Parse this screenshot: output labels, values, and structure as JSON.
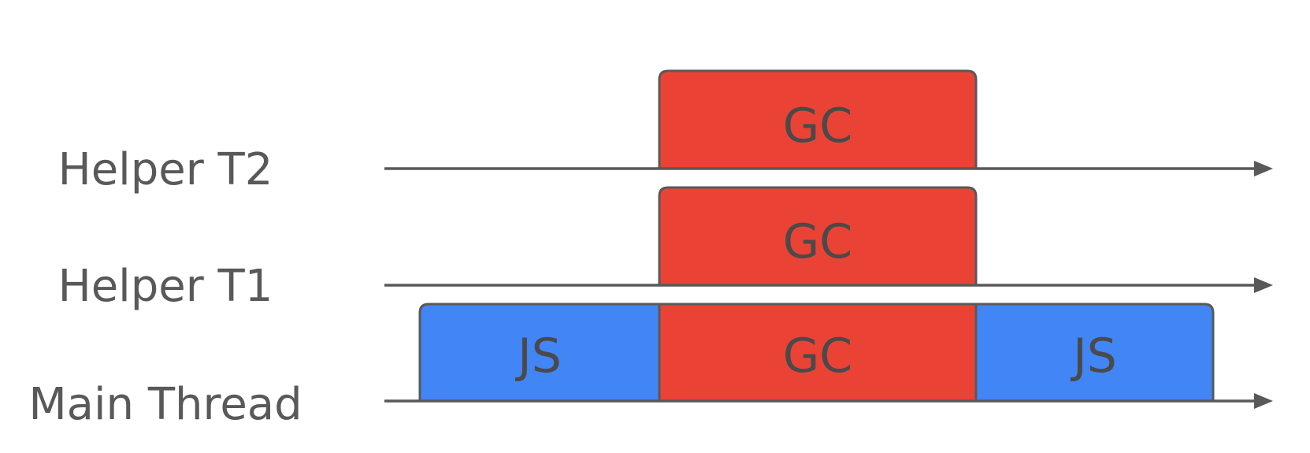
{
  "colors": {
    "gc": "#ea4335",
    "js": "#4285f4",
    "stroke": "#595959",
    "text": "#595959"
  },
  "lanes": [
    {
      "label": "Helper T2",
      "blocks": [
        {
          "label": "GC",
          "kind": "gc"
        }
      ]
    },
    {
      "label": "Helper T1",
      "blocks": [
        {
          "label": "GC",
          "kind": "gc"
        }
      ]
    },
    {
      "label": "Main Thread",
      "blocks": [
        {
          "label": "JS",
          "kind": "js"
        },
        {
          "label": "GC",
          "kind": "gc"
        },
        {
          "label": "JS",
          "kind": "js"
        }
      ]
    }
  ]
}
